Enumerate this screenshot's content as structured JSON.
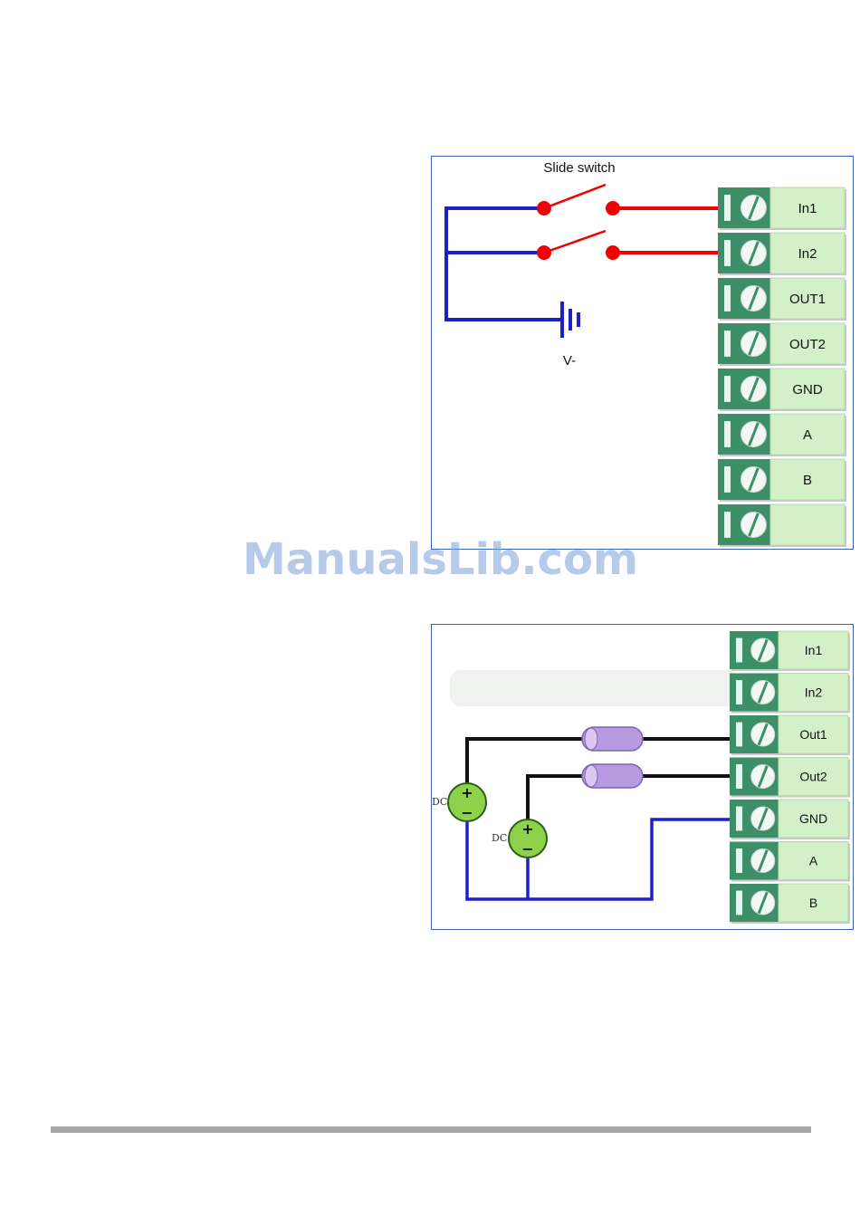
{
  "watermark": "ManualsLib.com",
  "colors": {
    "frame": "#3a63b0",
    "wire_blue": "#1f1fc8",
    "wire_red": "#f00000",
    "wire_black": "#111111",
    "terminal_dark": "#3c8f66",
    "terminal_label_bg": "#d4f0c8",
    "source_green": "#8ed14b",
    "resistor_purple": "#b79ae0",
    "footer_rule": "#a6a6a6"
  },
  "input_diagram": {
    "switch_label": "Slide switch",
    "ground_label": "V-",
    "terminals": [
      "In1",
      "In2",
      "OUT1",
      "OUT2",
      "GND",
      "A",
      "B",
      ""
    ]
  },
  "output_diagram": {
    "source_labels": [
      "DC",
      "DC"
    ],
    "plus_sign": "+",
    "minus_sign": "−",
    "terminals": [
      "In1",
      "In2",
      "Out1",
      "Out2",
      "GND",
      "A",
      "B"
    ]
  }
}
